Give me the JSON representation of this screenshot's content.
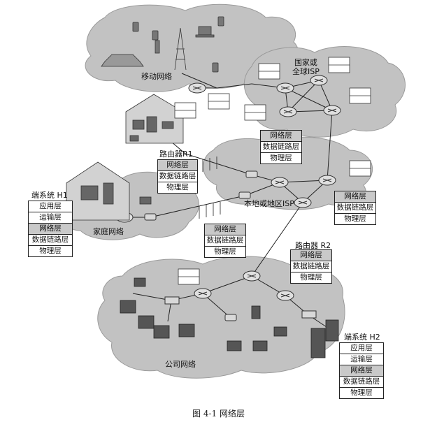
{
  "regions": {
    "mobile": "移动网络",
    "national_isp": "国家或\n全球ISP",
    "local_isp": "本地或地区ISP",
    "home": "家庭网络",
    "enterprise": "公司网络"
  },
  "end_system_h1": {
    "title": "端系统 H1",
    "layers": [
      "应用层",
      "运输层",
      "网络层",
      "数据链路层",
      "物理层"
    ]
  },
  "end_system_h2": {
    "title": "端系统 H2",
    "layers": [
      "应用层",
      "运输层",
      "网络层",
      "数据链路层",
      "物理层"
    ]
  },
  "router_r1": {
    "title": "路由器R1",
    "layers": [
      "网络层",
      "数据链路层",
      "物理层"
    ]
  },
  "router_r2": {
    "title": "路由器 R2",
    "layers": [
      "网络层",
      "数据链路层",
      "物理层"
    ]
  },
  "router_stacks": [
    [
      "网络层",
      "数据链路层",
      "物理层"
    ],
    [
      "网络层",
      "数据链路层",
      "物理层"
    ],
    [
      "网络层",
      "数据链路层",
      "物理层"
    ]
  ],
  "caption": "图 4-1   网络层",
  "colors": {
    "cloud": "#bfbfbf",
    "highlight": "#c9c9c9",
    "line": "#222222"
  }
}
